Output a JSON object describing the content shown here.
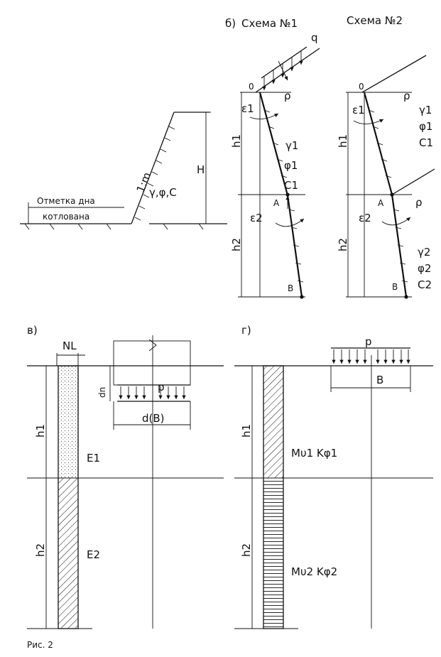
{
  "panel_a": {
    "label_bottom_line1": "Отметка дна",
    "label_bottom_line2": "котлована",
    "slope": "1:m",
    "soil": "γ,φ,C",
    "height": "H"
  },
  "panel_b": {
    "tag": "б)",
    "scheme1_title": "Схема №1",
    "scheme2_title": "Схема №2",
    "q": "q",
    "o": "0",
    "rho": "ρ",
    "eps1": "ε1",
    "eps2": "ε2",
    "h1": "h1",
    "h2": "h2",
    "a": "A",
    "b": "B",
    "soil1": [
      "γ1",
      "φ1",
      "C1"
    ],
    "soil2": [
      "γ2",
      "φ2",
      "C2"
    ]
  },
  "panel_c": {
    "tag": "в)",
    "nl": "NL",
    "dn": "dn",
    "p": "p",
    "d": "d(B)",
    "h1": "h1",
    "h2": "h2",
    "e1": "E1",
    "e2": "E2"
  },
  "panel_d": {
    "tag": "г)",
    "p": "p",
    "b": "B",
    "h1": "h1",
    "h2": "h2",
    "layer1": "Mυ1 Kφ1",
    "layer2": "Mυ2 Kφ2"
  },
  "caption": "Рис. 2"
}
